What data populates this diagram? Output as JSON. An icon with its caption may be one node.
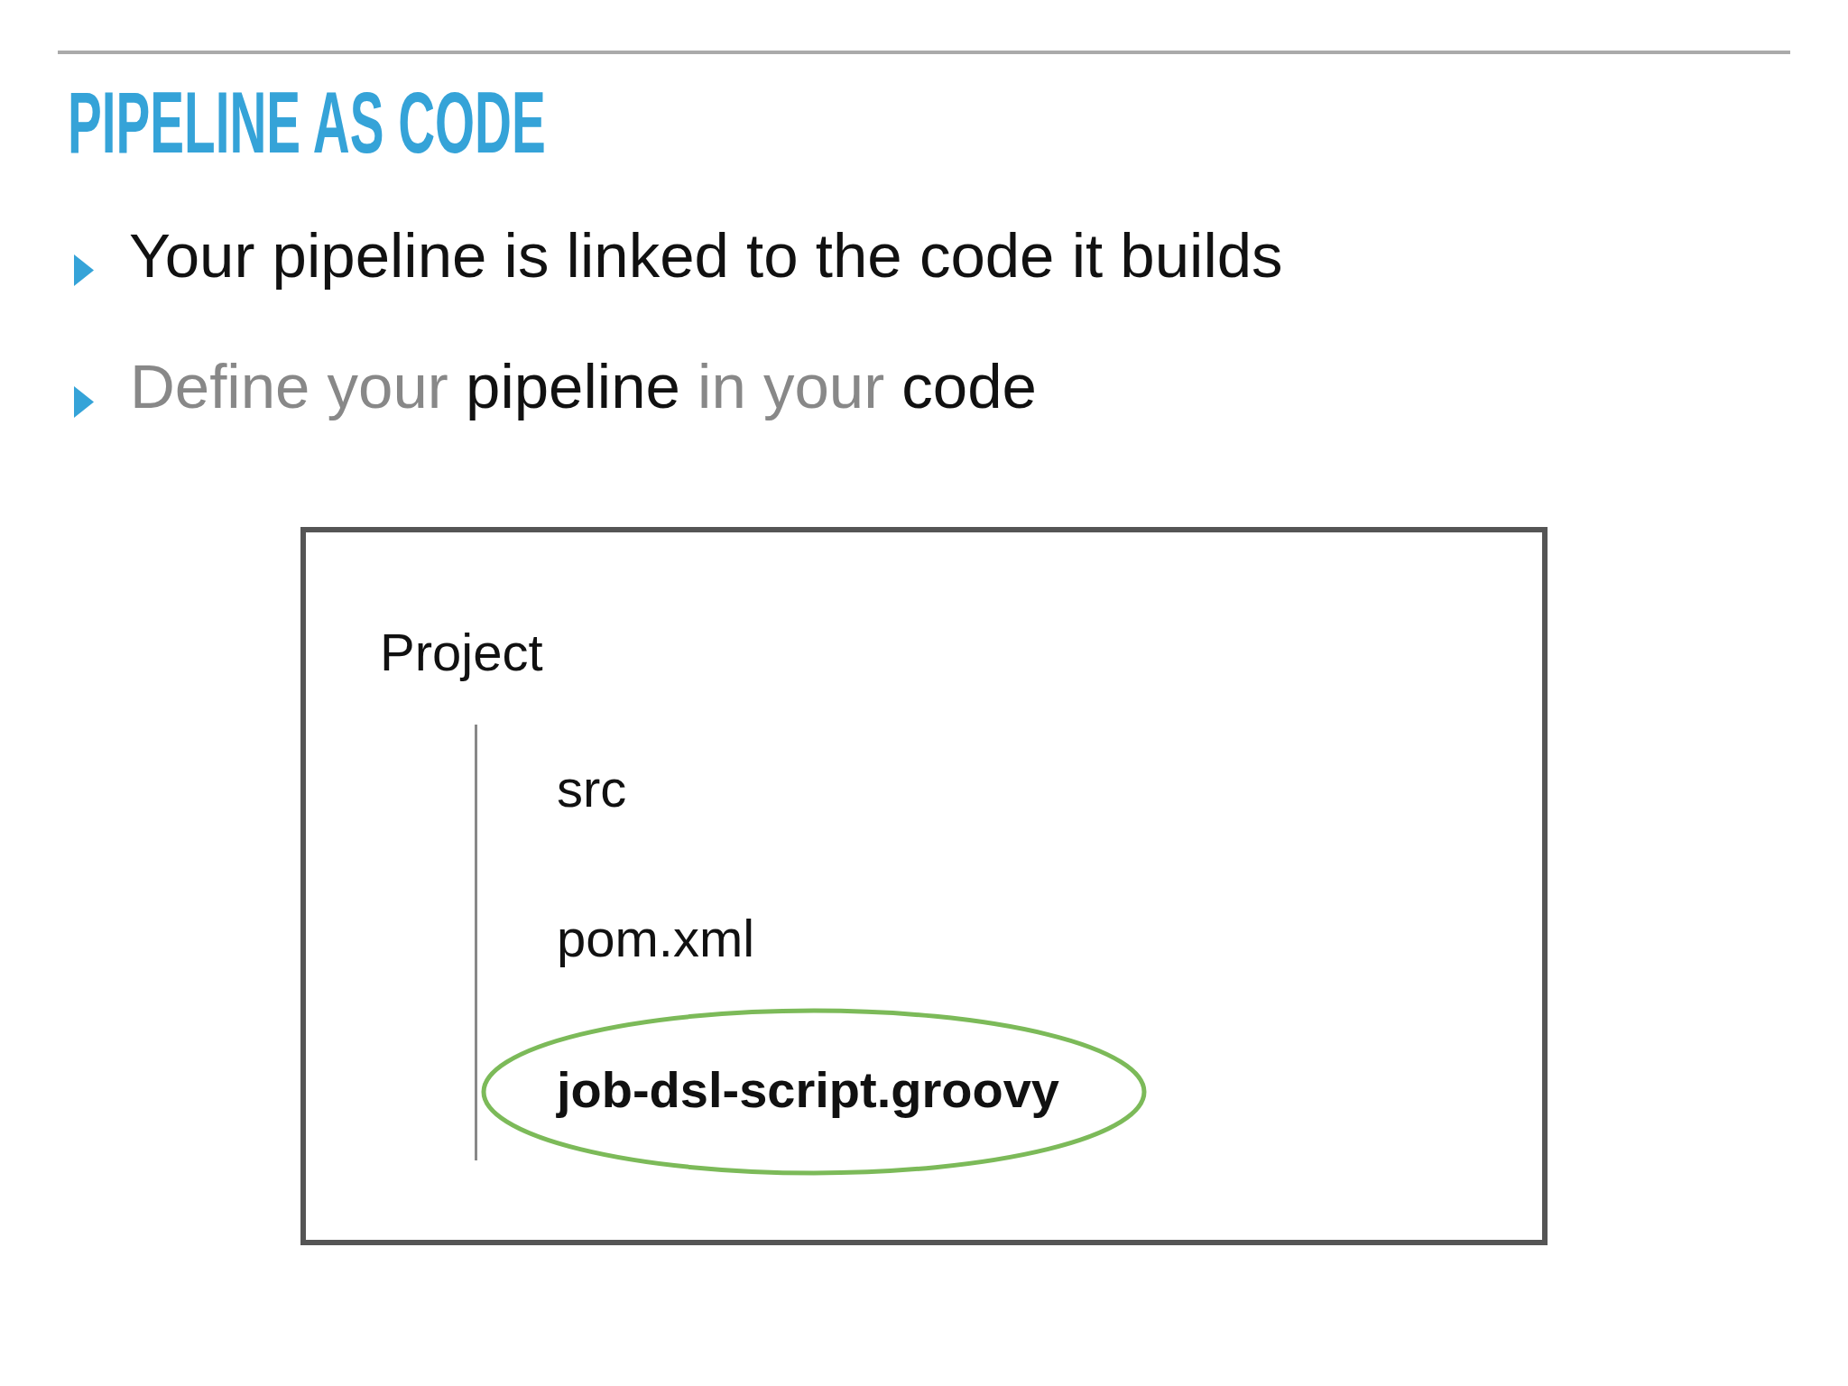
{
  "diagram": {
    "title": "PIPELINE AS CODE",
    "nodes": [
      {
        "text": [
          "Project",
          "src",
          "pom.xml"
        ]
      },
      {
        "text": [
          "job-dsl-script.groovy"
        ],
        "in": 0
      }
    ],
    "labels": [
      "Your pipeline is linked to the code it builds",
      "Define your **pipeline** in your **code**"
    ]
  }
}
